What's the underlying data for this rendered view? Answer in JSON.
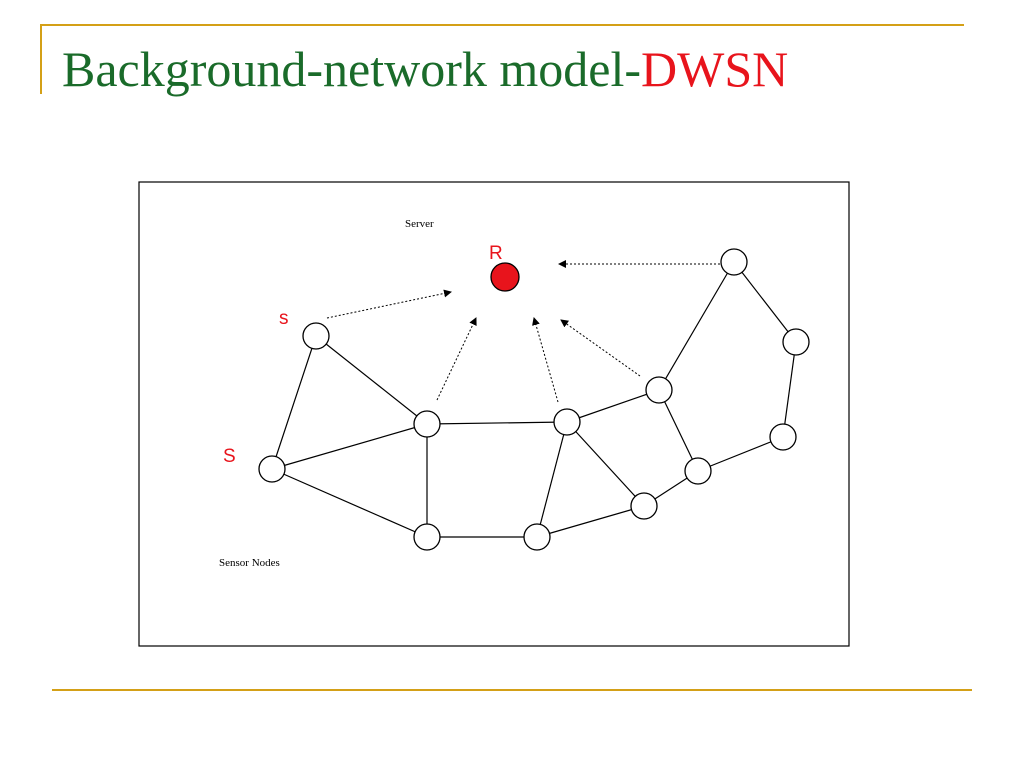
{
  "title": {
    "main": "Background-network model-",
    "highlight": "DWSN"
  },
  "colors": {
    "accent_line": "#d4a017",
    "title_main": "#1a6b2a",
    "title_highlight": "#e8141c",
    "server_fill": "#e8141c",
    "labels_red": "#e8141c"
  },
  "diagram": {
    "server_caption": "Server",
    "server_label": "R",
    "sensor_caption": "Sensor Nodes",
    "node_s_lower_label": "s",
    "node_s_upper_label": "S"
  }
}
